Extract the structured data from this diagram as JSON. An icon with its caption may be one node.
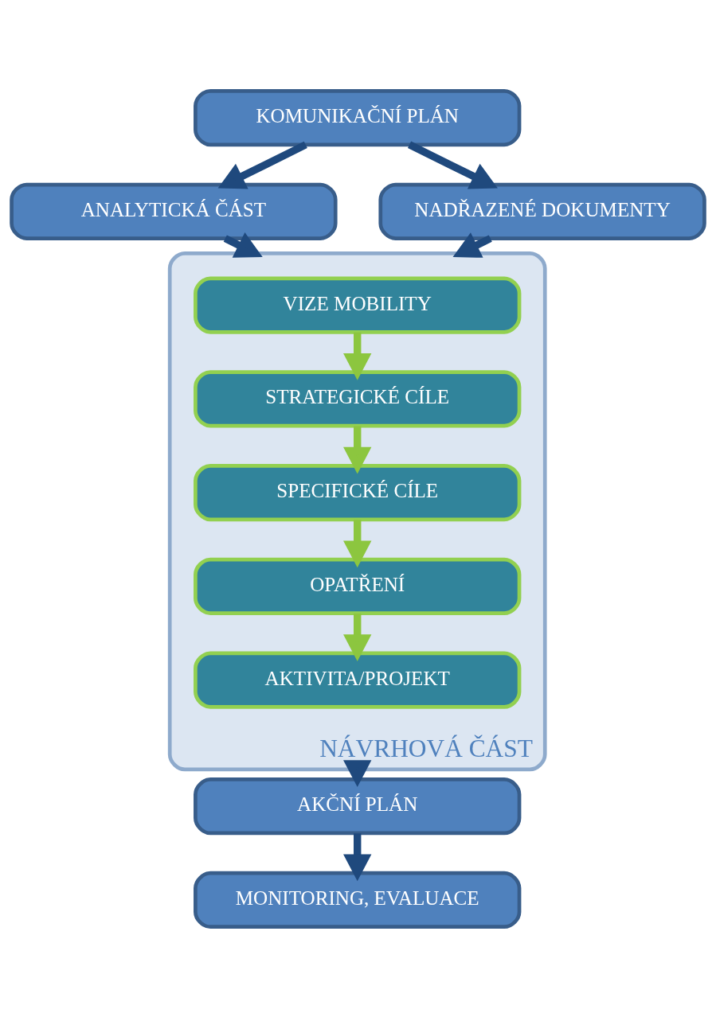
{
  "diagram": {
    "nodes": [
      {
        "text": [
          "KOMUNIKAČNÍ PLÁN"
        ]
      },
      {
        "text": [
          "ANALYTICKÁ ČÁST"
        ]
      },
      {
        "text": [
          "NADŘAZENÉ DOKUMENTY"
        ]
      },
      {
        "text": [
          "NÁVRHOVÁ ČÁST"
        ]
      },
      {
        "text": [
          "VIZE MOBILITY"
        ],
        "in": 3
      },
      {
        "text": [
          "STRATEGICKÉ CÍLE"
        ],
        "in": 3
      },
      {
        "text": [
          "SPECIFICKÉ CÍLE"
        ],
        "in": 3
      },
      {
        "text": [
          "OPATŘENÍ"
        ],
        "in": 3
      },
      {
        "text": [
          "AKTIVITA/PROJEKT"
        ],
        "in": 3
      },
      {
        "text": [
          "AKČNÍ PLÁN"
        ]
      },
      {
        "text": [
          "MONITORING, EVALUACE"
        ]
      }
    ],
    "edges": [
      {
        "from": 0,
        "to": 1,
        "arrow": "to"
      },
      {
        "from": 0,
        "to": 2,
        "arrow": "to"
      },
      {
        "from": 1,
        "to": 3,
        "arrow": "to"
      },
      {
        "from": 2,
        "to": 3,
        "arrow": "to"
      },
      {
        "from": 4,
        "to": 5,
        "arrow": "to",
        "color": "#8cc63f"
      },
      {
        "from": 5,
        "to": 6,
        "arrow": "to",
        "color": "#8cc63f"
      },
      {
        "from": 6,
        "to": 7,
        "arrow": "to",
        "color": "#8cc63f"
      },
      {
        "from": 7,
        "to": 8,
        "arrow": "to",
        "color": "#8cc63f"
      },
      {
        "from": 3,
        "to": 9,
        "arrow": "to"
      },
      {
        "from": 9,
        "to": 10,
        "arrow": "to"
      }
    ]
  }
}
